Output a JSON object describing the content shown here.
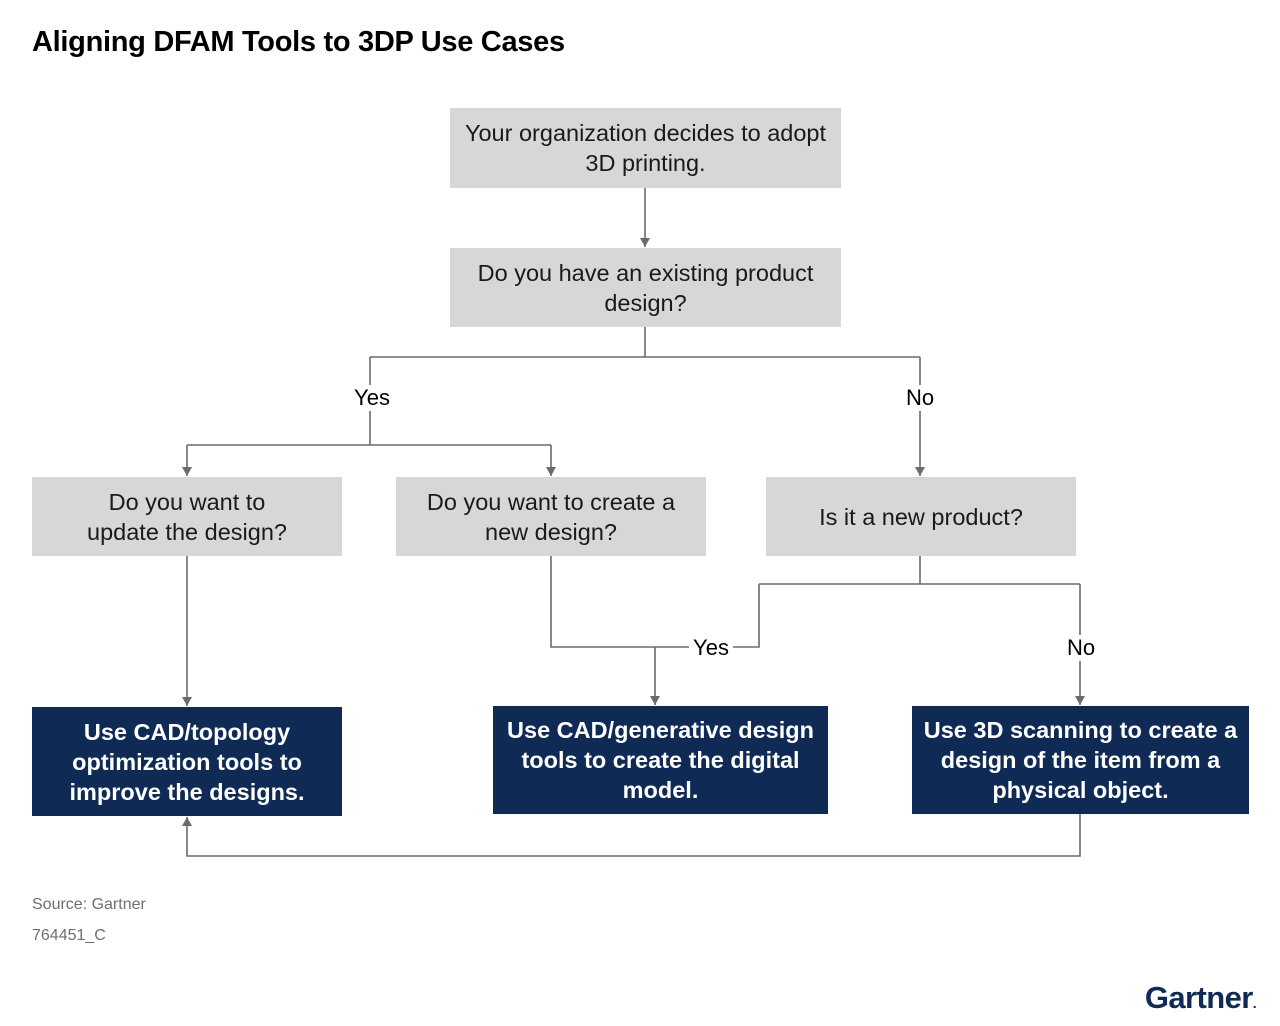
{
  "title": "Aligning DFAM Tools to 3DP Use Cases",
  "nodes": {
    "adopt": "Your organization decides to adopt 3D printing.",
    "existing": "Do you have an existing product design?",
    "update": "Do you want to update the design?",
    "create_new": "Do you want to create a new design?",
    "new_product": "Is it a new product?",
    "topology": "Use CAD/topology optimization tools to improve the designs.",
    "generative": "Use CAD/generative design tools to create the digital model.",
    "scanning": "Use 3D scanning to create a design of the item from a physical object."
  },
  "branch_labels": {
    "existing_yes": "Yes",
    "existing_no": "No",
    "new_product_yes": "Yes",
    "new_product_no": "No"
  },
  "footer": {
    "source": "Source: Gartner",
    "doc_id": "764451_C"
  },
  "logo": {
    "text": "Gartner",
    "dot": "."
  },
  "colors": {
    "question_box": "#d7d7d7",
    "action_box": "#0e2a55",
    "connector": "#6b6b6b",
    "footnote_text": "#6f6f6f"
  }
}
